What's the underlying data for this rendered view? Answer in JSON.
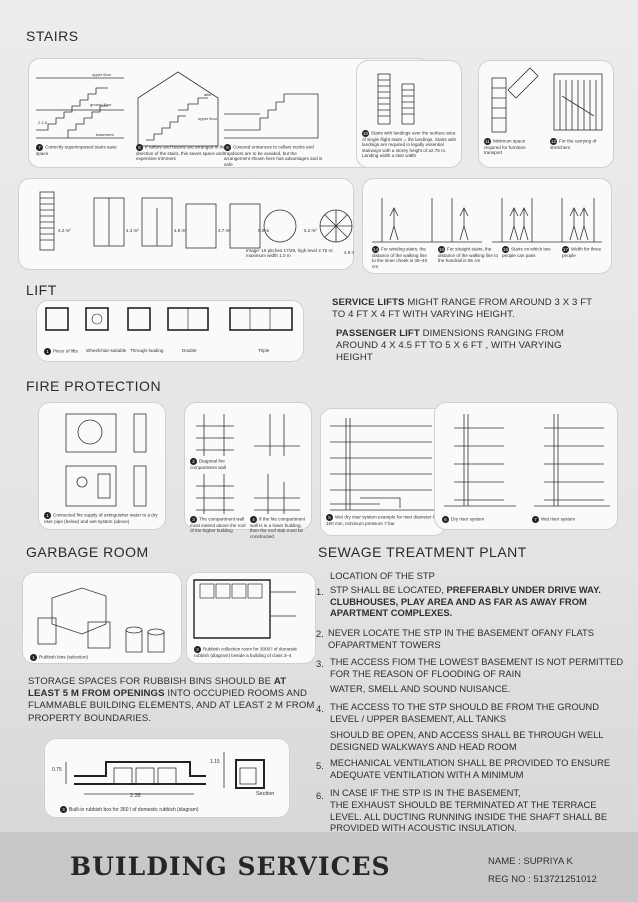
{
  "sections": {
    "stairs": "STAIRS",
    "lift": "LIFT",
    "fire": "FIRE PROTECTION",
    "garbage": "GARBAGE ROOM",
    "stp": "SEWAGE TREATMENT PLANT"
  },
  "stairs_captions": {
    "c7": "Correctly superimposed stairs save space",
    "c8": "If rafters and beams are arranged in the direction of the stairs, this saves space and expensive trimmers",
    "c9": "Covered entrances to cellars necks and trapdoors are to be avoided, but the arrangement shown here has advantages and is safe",
    "c10": "Stairs with landings over the surface area of single flight stairs = the landings. Stairs with landings are required in legally essential stairways with a storey height of ≥2.75 m. Landing width ≥ stair width",
    "c11": "Minimum space required for furniture transport",
    "c12": "For the carrying of stretchers",
    "c13": "Image: 16 pitches 17/29, high level 2.75 m; maximum width 1.0 m",
    "c14": "For winding stairs, the distance of the walking line to the inner cheek is 35–40 cm",
    "c15": "For straight stairs, the distance of the walking line to the handrail is 55 cm",
    "c16": "Stairs on which two people can pass",
    "c17": "Width for three people"
  },
  "lift": {
    "c1": "Piece of lifts",
    "c2": "Wheelchair-suitable",
    "c3": "Through-loading",
    "c4": "Double",
    "c5": "Triple",
    "service_hl": "SERVICE LIFTS",
    "service_rest": " MIGHT RANGE FROM AROUND 3 X 3 FT  TO 4 FT X 4 FT WITH VARYING HEIGHT.",
    "passenger_hl": "PASSENGER LIFT",
    "passenger_rest": " DIMENSIONS RANGING FROM AROUND 4  X 4.5  FT TO 5  X 6 FT , WITH VARYING HEIGHT"
  },
  "fire": {
    "c1": "Connected fire supply of extinguisher water to a dry riser pipe (below) and wet system (above)",
    "c2": "Diagonal fire compartment wall",
    "c3": "The compartment wall must extend above the roof of the higher building",
    "c4": "If the fire compartment wall is in a lower building, then the roof slab must be constructed",
    "c5": "Wet dry riser system example for riser diameter 80–150 mm, minimum pressure 7 bar",
    "c6": "Dry riser system",
    "c7": "Wet riser system"
  },
  "garbage": {
    "c1": "Rubbish bins (selection)",
    "c2": "Rubbish collection room for 3000 l of domestic rubbish (diagram) beside a building of class 3–4",
    "para_1": "STORAGE SPACES FOR RUBBISH BINS SHOULD BE ",
    "para_b": "AT LEAST 5 M FROM OPENINGS",
    "para_2": " INTO OCCUPIED ROOMS AND FLAMMABLE BUILDING ELEMENTS, AND AT LEAST 2 M FROM PROPERTY BOUNDARIES.",
    "c3": "Built-in rubbish box for 360 l of domestic rubbish (diagram)",
    "dim_w": "2.35",
    "dim_h1": "0.75",
    "dim_h2": "1.15",
    "section": "Section"
  },
  "stp": {
    "location": "LOCATION OF THE STP",
    "i1_a": "STP SHALL BE LOCATED, ",
    "i1_b": "PREFERABLY UNDER DRIVE WAY. CLUBHOUSES, PLAY AREA AND AS FAR AS AWAY FROM APARTMENT COMPLEXES.",
    "i2": "NEVER LOCATE THE STP IN THE BASEMENT OFANY FLATS OFAPARTMENT TOWERS",
    "i3": "THE ACCESS FIOM THE LOWEST BASEMENT IS NOT PERMITTED FOR THE REASON OF FLOODING OF RAIN",
    "i3b": "WATER, SMELL AND SOUND NUISANCE.",
    "i4": "THE ACCESS TO THE STP SHOULD BE FROM THE GROUND LEVEL / UPPER BASEMENT, ALL TANKS",
    "i4b": "SHOULD BE OPEN, AND ACCESS SHALL BE THROUGH WELL DESIGNED WALKWAYS AND HEAD ROOM",
    "i5": "MECHANICAL VENTILATION SHALL BE PROVIDED TO ENSURE ADEQUATE VENTILATION WITH A MINIMUM",
    "i6": "IN CASE IF THE STP IS IN THE BASEMENT,",
    "i6b": "THE EXHAUST SHOULD BE TERMINATED AT THE TERRACE LEVEL. ALL DUCTING RUNNING INSIDE THE SHAFT SHALL BE PROVIDED WITH ACOUSTIC INSULATION.",
    "n1": "1.",
    "n2": "2.",
    "n3": "3.",
    "n4": "4.",
    "n5": "5.",
    "n6": "6."
  },
  "footer": {
    "title": "BUILDING SERVICES",
    "name": "NAME    : SUPRIYA K",
    "reg": "REG NO : 513721251012"
  }
}
